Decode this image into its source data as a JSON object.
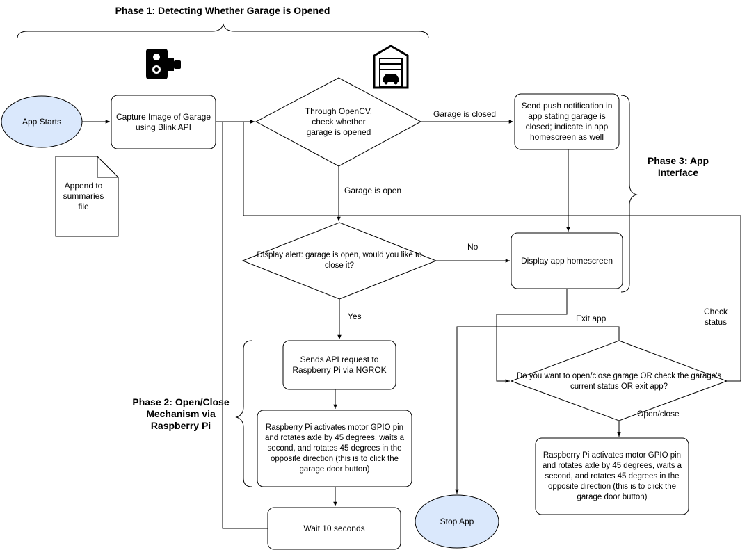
{
  "phases": {
    "p1": "Phase 1: Detecting Whether Garage is Opened",
    "p2": "Phase 2: Open/Close\nMechanism via\nRaspberry Pi",
    "p3": "Phase 3: App\nInterface"
  },
  "nodes": {
    "app_starts": "App Starts",
    "capture": "Capture Image of Garage\nusing Blink API",
    "append": "Append to\nsummaries file",
    "opencv": "Through OpenCV,\ncheck whether\ngarage is opened",
    "push": "Send push notification in\napp stating garage is\nclosed; indicate in app\nhomescreen as well",
    "alert": "Display alert: garage is open, would you like to\nclose it?",
    "homescreen": "Display app homescreen",
    "api": "Sends API request to\nRaspberry Pi via NGROK",
    "pi1": "Raspberry Pi activates motor GPIO pin\nand rotates axle by 45 degrees, waits a\nsecond, and rotates 45 degrees in the\nopposite direction (this is to click the\ngarage door button)",
    "wait": "Wait 10 seconds",
    "choice": "Do you want to open/close garage OR check the garage's\ncurrent status OR exit app?",
    "pi2": "Raspberry Pi activates motor GPIO pin\nand rotates axle by 45 degrees, waits a\nsecond, and rotates 45 degrees in the\nopposite direction (this is to click the\ngarage door button)",
    "stop": "Stop App"
  },
  "edges": {
    "closed": "Garage is closed",
    "open": "Garage is open",
    "no": "No",
    "yes": "Yes",
    "exit": "Exit app",
    "check": "Check\nstatus",
    "openclose": "Open/close"
  },
  "icons": {
    "camera": "camera-icon",
    "garage": "garage-icon"
  },
  "colors": {
    "ellipse_fill": "#dae8fc",
    "stroke": "#000000"
  }
}
